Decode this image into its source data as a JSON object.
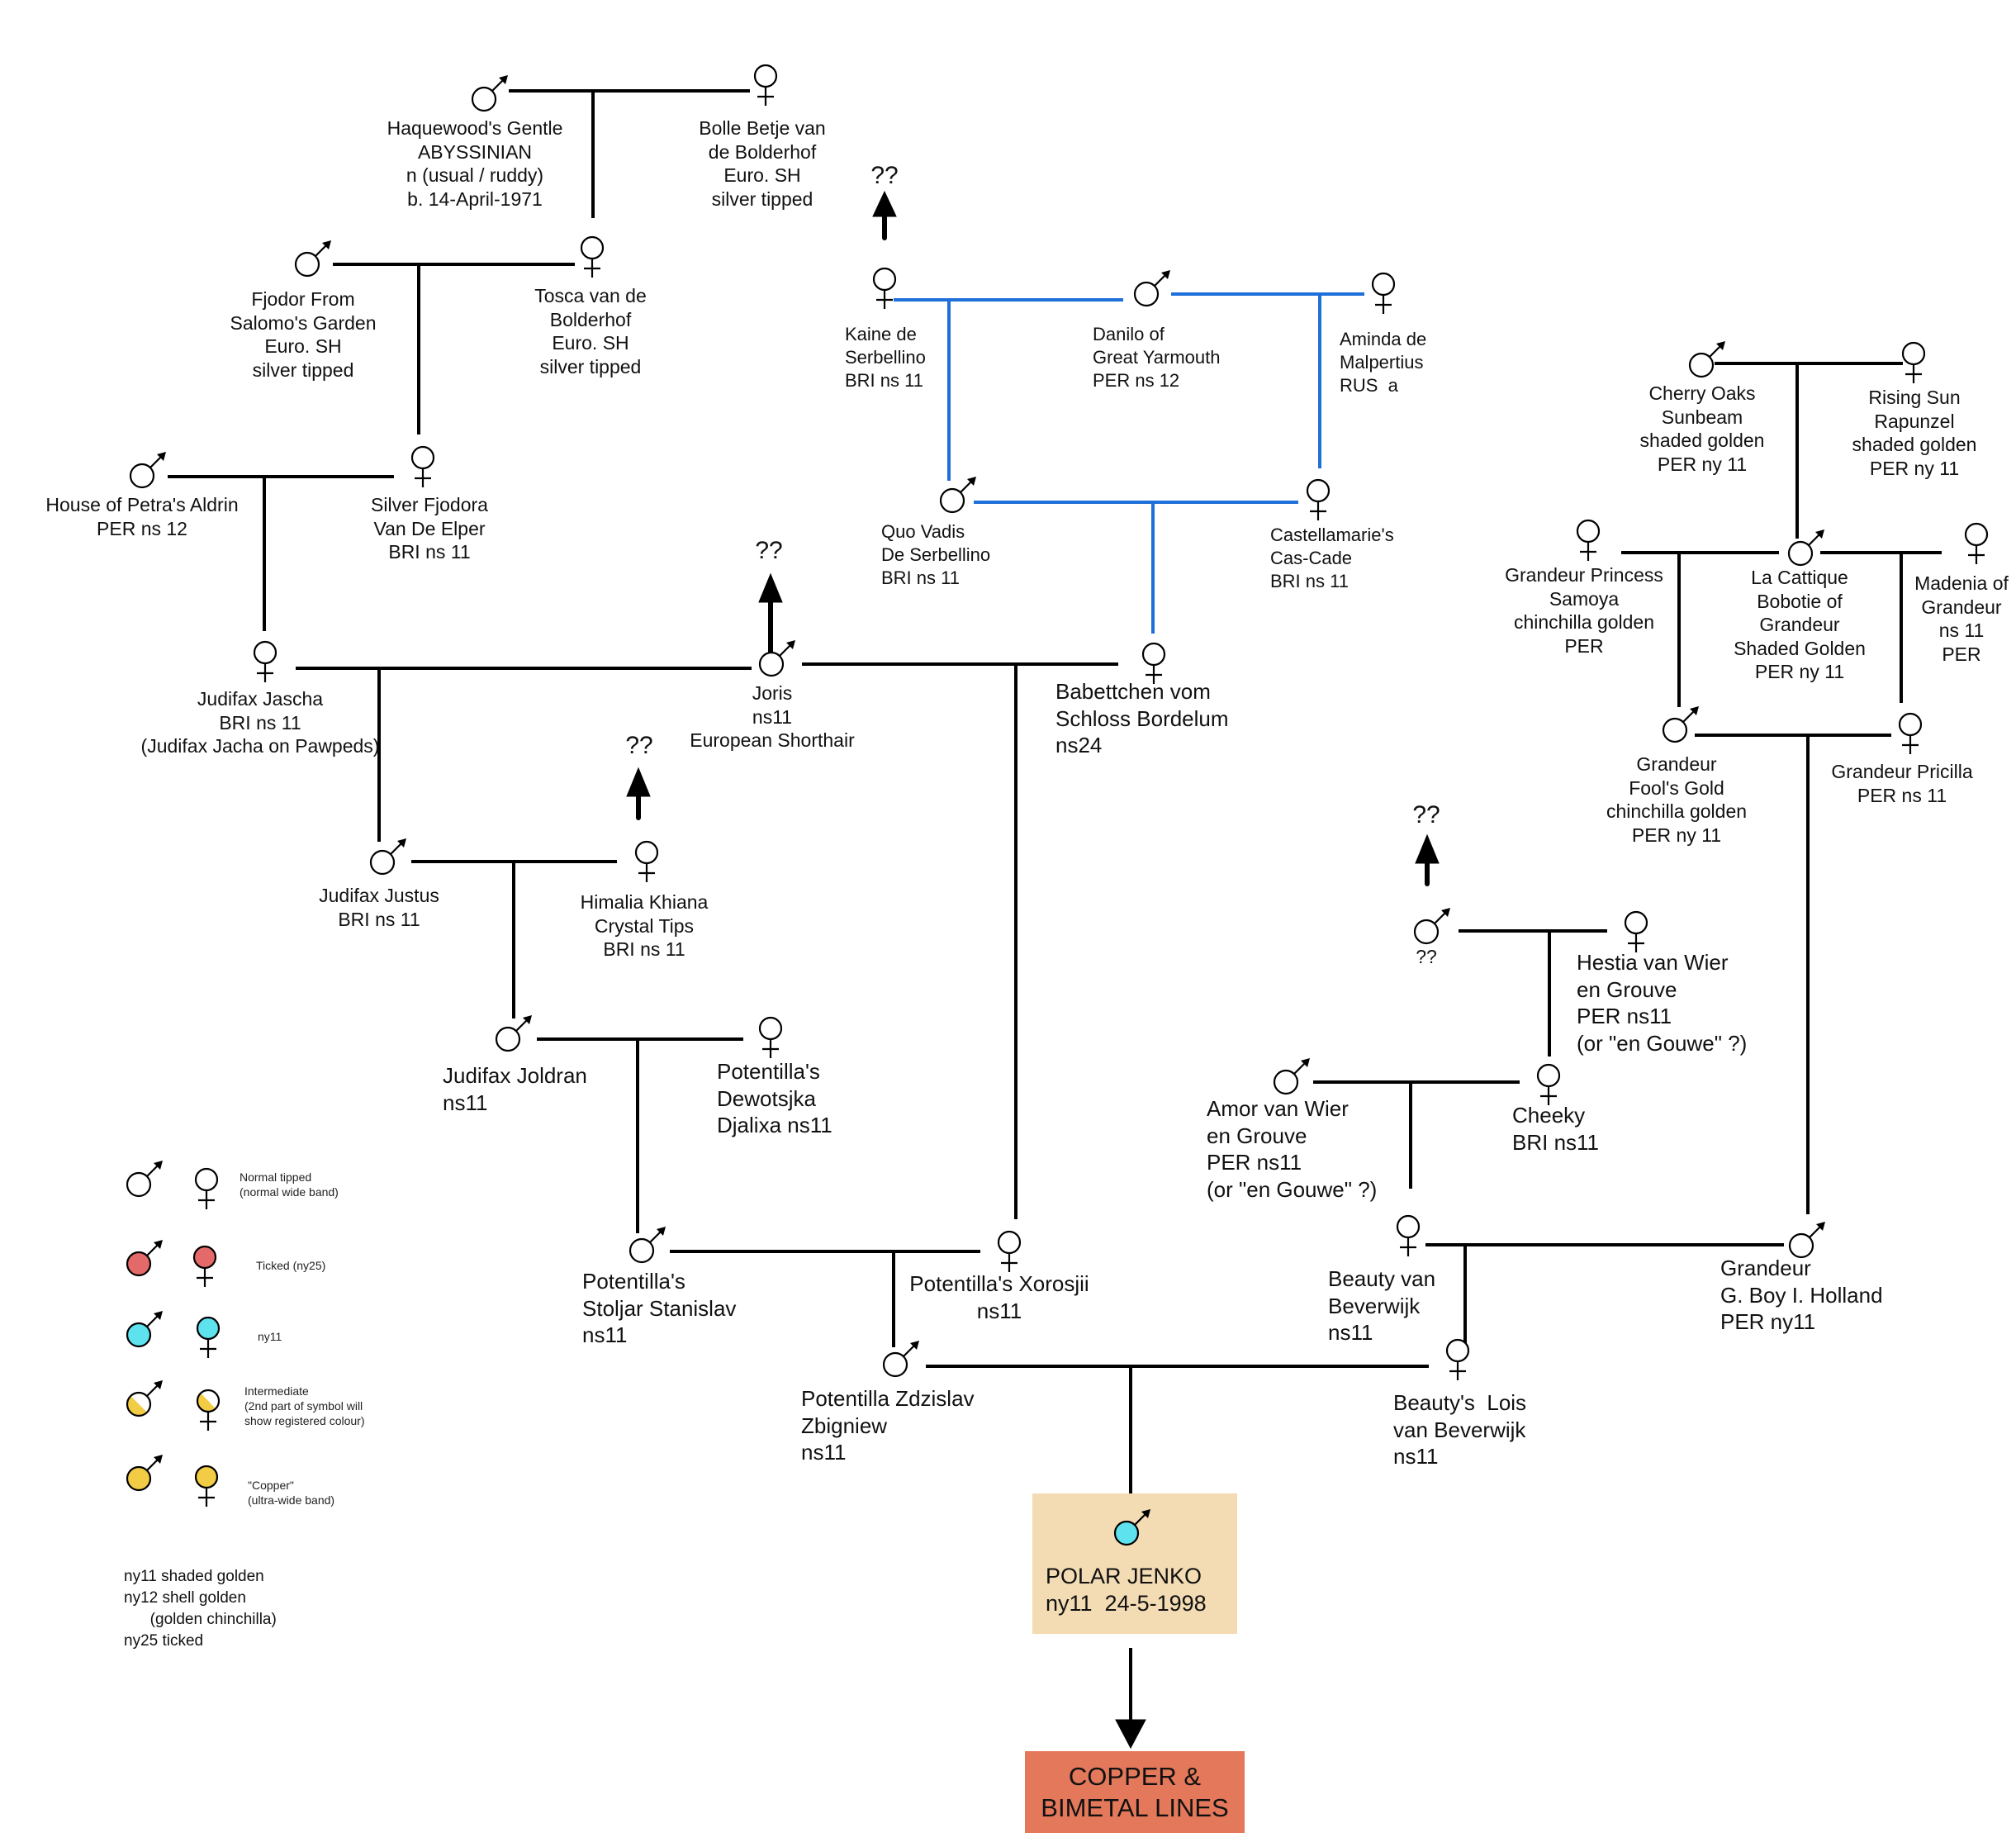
{
  "colors": {
    "line_black": "#000000",
    "line_blue": "#1e6fd9",
    "normal": "#ffffff",
    "ticked": "#e46a6a",
    "ny11": "#5ee2ee",
    "intermediate": "#f2cc45",
    "copper": "#f2cc45",
    "focus_box": "#f3dbb3",
    "copper_box": "#e4785a"
  },
  "unknown_parent_label": "??",
  "cats": {
    "haquewood": "Haquewood's Gentle\nABYSSINIAN\nn (usual / ruddy)\nb. 14-April-1971",
    "bolle": "Bolle Betje van\nde Bolderhof\nEuro. SH\nsilver tipped",
    "fjodor": "Fjodor From\nSalomo's Garden\nEuro. SH\nsilver tipped",
    "tosca": "Tosca van de\nBolderhof\nEuro. SH\nsilver tipped",
    "aldrin": "House of Petra's Aldrin\nPER ns 12",
    "silver_fjodora": "Silver Fjodora\nVan De Elper\nBRI ns 11",
    "jascha": "Judifax Jascha\nBRI ns 11\n(Judifax Jacha on Pawpeds)",
    "joris": "Joris\nns11\nEuropean Shorthair",
    "kaine": "Kaine de\nSerbellino\nBRI ns 11",
    "danilo": "Danilo of\nGreat Yarmouth\nPER ns 12",
    "aminda": "Aminda de\nMalpertius\nRUS  a",
    "quo_vadis": "Quo Vadis\nDe Serbellino\nBRI ns 11",
    "castellamarie": "Castellamarie's\nCas-Cade\nBRI ns 11",
    "babettchen": "Babettchen vom\nSchloss Bordelum\nns24",
    "justus": "Judifax Justus\nBRI ns 11",
    "himalia": "Himalia Khiana\nCrystal Tips\nBRI ns 11",
    "joldran": "Judifax Joldran\nns11",
    "dewotsjka": "Potentilla's\nDewotsjka\nDjalixa ns11",
    "stoljar": "Potentilla's\nStoljar Stanislav\nns11",
    "xorosjii": "Potentilla's Xorosjii\nns11",
    "zdzislav": "Potentilla Zdzislav\nZbigniew\nns11",
    "cherry": "Cherry Oaks\nSunbeam\nshaded golden\nPER ny 11",
    "rising": "Rising Sun\nRapunzel\nshaded golden\nPER ny 11",
    "samoya": "Grandeur Princess\nSamoya\nchinchilla golden\nPER",
    "la_cattique": "La Cattique\nBobotie of\nGrandeur\nShaded Golden\nPER ny 11",
    "madenia": "Madenia of\nGrandeur\nns 11\nPER",
    "fools_gold": "Grandeur\nFool's Gold\nchinchilla golden\nPER ny 11",
    "pricilla": "Grandeur Pricilla\nPER ns 11",
    "unknown_male": "??",
    "hestia": "Hestia van Wier\nen Grouve\nPER ns11\n(or \"en Gouwe\" ?)",
    "amor": "Amor van Wier\nen Grouve\nPER ns11\n(or \"en Gouwe\" ?)",
    "cheeky": "Cheeky\nBRI ns11",
    "beauty": "Beauty van\nBeverwijk\nns11",
    "g_boy": "Grandeur\nG. Boy I. Holland\nPER ny11",
    "lois": "Beauty's  Lois\nvan Beverwijk\nns11"
  },
  "focus": {
    "name": "POLAR JENKO",
    "detail": "ny11  24-5-1998"
  },
  "copper_box": "COPPER &\nBIMETAL LINES",
  "legend": {
    "normal": "Normal tipped\n(normal wide band)",
    "ticked": "Ticked (ny25)",
    "ny11": "ny11",
    "intermediate": "Intermediate\n(2nd part of symbol will\nshow registered colour)",
    "copper": "\"Copper\"\n(ultra-wide band)"
  },
  "notes": "ny11 shaded golden\nny12 shell golden\n      (golden chinchilla)\nny25 ticked"
}
